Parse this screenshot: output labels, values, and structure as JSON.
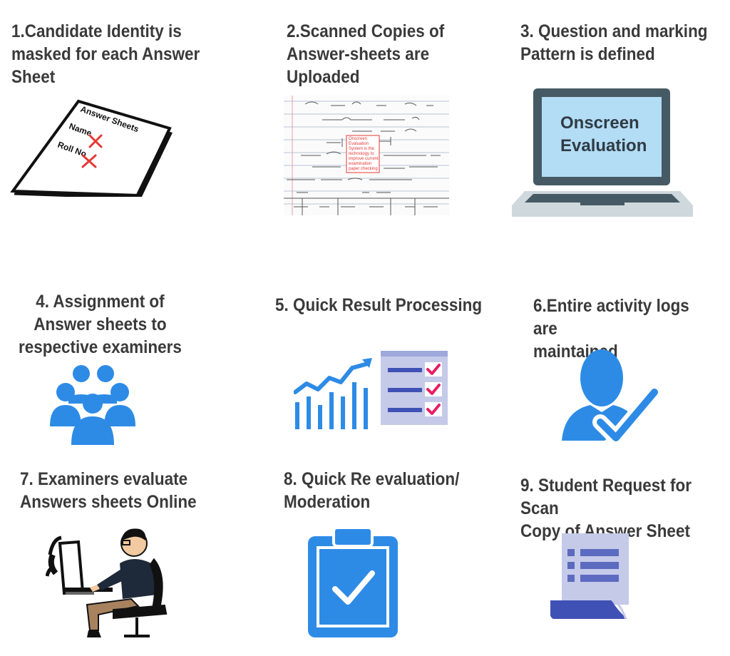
{
  "steps": [
    {
      "title": "1.Candidate Identity is\nmasked for each Answer\nSheet",
      "icon": "masked-answer-sheet-icon"
    },
    {
      "title": "2.Scanned Copies of\nAnswer-sheets are\nUploaded",
      "icon": "scanned-answer-sheet-image"
    },
    {
      "title": "3. Question and marking\nPattern is defined",
      "icon": "laptop-icon"
    },
    {
      "title": "4. Assignment of\nAnswer sheets  to\nrespective examiners",
      "icon": "people-group-icon"
    },
    {
      "title": "5. Quick Result Processing",
      "icon": "chart-and-checklist-icon"
    },
    {
      "title": "6.Entire activity logs are\nmaintained",
      "icon": "user-check-icon"
    },
    {
      "title": "7. Examiners  evaluate\nAnswers sheets Online",
      "icon": "person-at-computer-icon"
    },
    {
      "title": "8. Quick Re evaluation/\nModeration",
      "icon": "clipboard-check-icon"
    },
    {
      "title": "9. Student Request for Scan\nCopy of Answer Sheet",
      "icon": "document-scroll-icon"
    }
  ],
  "sheet_labels": {
    "heading": "Answer Sheets",
    "name": "Name",
    "roll": "Roll No"
  },
  "laptop_screen": {
    "line1": "Onscreen",
    "line2": "Evaluation"
  },
  "scan_note": [
    "Onscreen",
    "Evaluation",
    "System is the",
    "technology to",
    "improve current",
    "examination",
    "paper checking"
  ],
  "colors": {
    "title": "#3a3a3a",
    "accent_blue": "#2d8be6",
    "red_mark": "#e53935",
    "laptop_frame": "#455a64",
    "laptop_screen": "#b3dcf5",
    "checklist_bg": "#c5cae9",
    "checklist_bar": "#3f51b5",
    "check_pink": "#e91e63",
    "doc_paper": "#c5cae9",
    "doc_line": "#5c6bc0",
    "doc_roll": "#3f51b5"
  }
}
